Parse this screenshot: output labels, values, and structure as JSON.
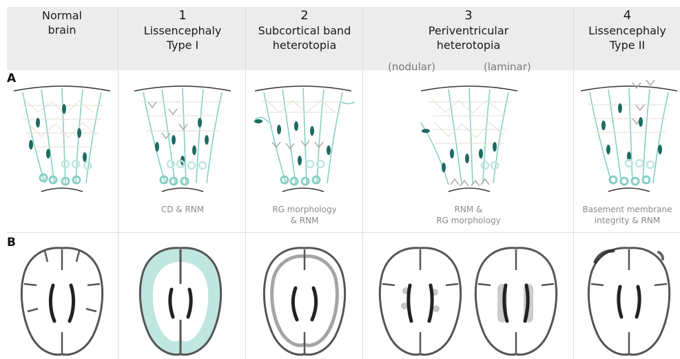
{
  "row_labels": {
    "a": "A",
    "b": "B"
  },
  "columns": [
    {
      "number": "",
      "title": "Normal\nbrain"
    },
    {
      "number": "1",
      "title": "Lissencephaly\nType I"
    },
    {
      "number": "2",
      "title": "Subcortical band\nheterotopia"
    },
    {
      "number": "3",
      "title": "Periventricular\nheterotopia"
    },
    {
      "number": "4",
      "title": "Lissencephaly\nType II"
    }
  ],
  "subheads": {
    "left": "(nodular)",
    "right": "(laminar)"
  },
  "captions": [
    "CD & RNM",
    "RG morphology\n& RNM",
    "RNM &\nRG morphology",
    "Basement membrane\nintegrity & RNM"
  ],
  "colors": {
    "teal": "#1d6b63",
    "light_teal": "#86cfc4",
    "pale_teal": "#bfe6df",
    "beige": "#e3ddd2",
    "gray_neuron": "#aaaaaa",
    "outline": "#555555"
  }
}
